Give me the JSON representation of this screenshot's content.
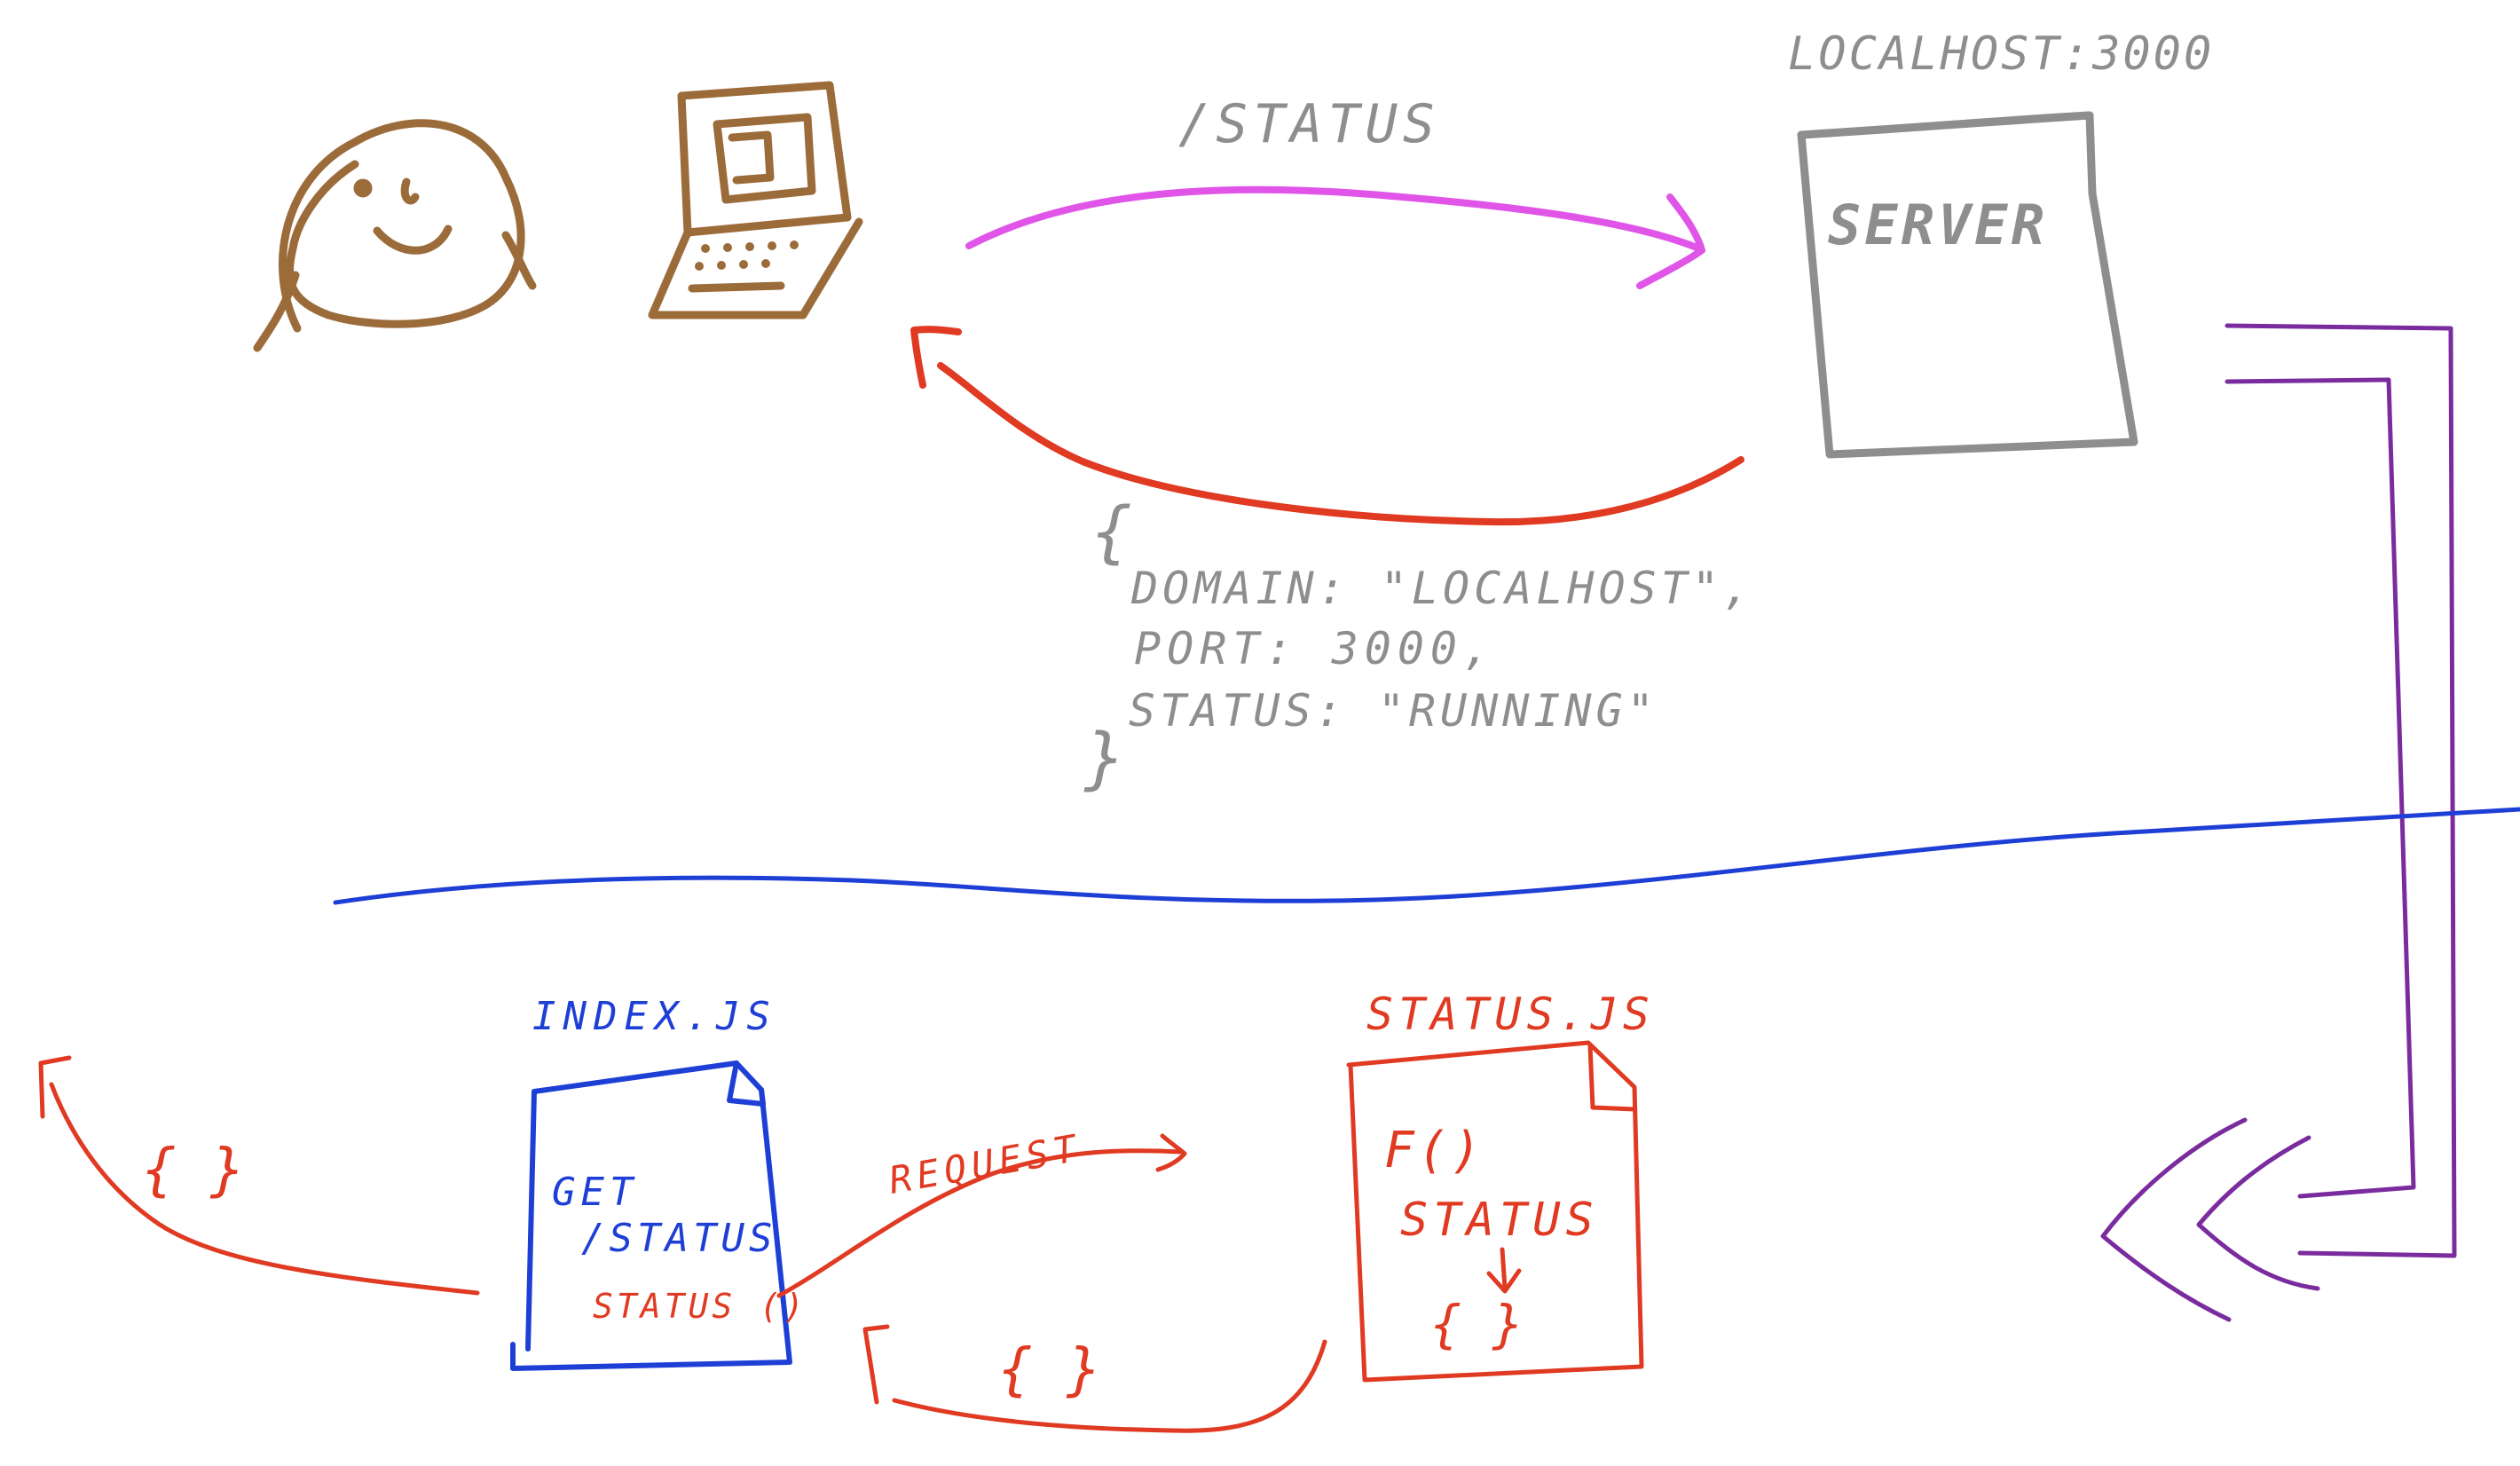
{
  "colors": {
    "brown": "#9C6B3A",
    "magenta": "#E055E8",
    "red": "#E03A22",
    "gray": "#8E8E8E",
    "blue": "#1E3FD6",
    "purple": "#7A2C9E"
  },
  "icons": [
    "person-icon",
    "laptop-icon",
    "server-icon",
    "document-icon"
  ],
  "top": {
    "request_path": "/STATUS",
    "server_host": "LOCALHOST:3000",
    "server_label": "SERVER",
    "response": {
      "open_brace": "{",
      "line1": "DOMAIN: \"LOCALHOST\",",
      "line2": "PORT: 3000,",
      "line3": "STATUS: \"RUNNING\"",
      "close_brace": "}"
    }
  },
  "bottom": {
    "index_file": {
      "name": "INDEX.JS",
      "line1": "GET",
      "line2": "/STATUS",
      "line3": "STATUS ()"
    },
    "status_file": {
      "name": "STATUS.JS",
      "line1": "F()",
      "line2": "STATUS",
      "line3": "{ }"
    },
    "request_label": "REQUEST",
    "return_object": "{ }",
    "left_return_object": "{ }"
  }
}
